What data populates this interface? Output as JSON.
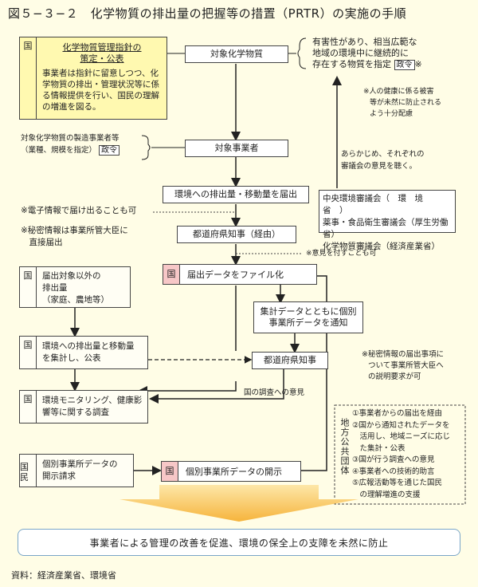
{
  "title": "図５−３−２　化学物質の排出量の把握等の措置（PRTR）の実施の手順",
  "gov_tag": "国",
  "citizen_tag": [
    "国",
    "民"
  ],
  "guideline": {
    "heading_1": "化学物質管理指針の",
    "heading_2": "策定・公表",
    "body": "事業者は指針に留意しつつ、化学物質の排出・管理状況等に係る情報提供を行い、国民の理解の増進を図る。"
  },
  "target_substance": "対象化学物質",
  "hazard_note": {
    "l1": "有害性があり、相当広範な",
    "l2": "地域の環境中に継続的に",
    "l3": "存在する物質を指定",
    "kw": "政令",
    "mark": "※"
  },
  "health_note": [
    "※人の健康に係る被害",
    "等が未然に防止される",
    "よう十分配慮"
  ],
  "business_target_note": {
    "l1": "対象化学物質の製造事業者等",
    "l2": "（業種、規模を指定）",
    "kw": "政令"
  },
  "target_business": "対象事業者",
  "council_opinion": [
    "あらかじめ、それぞれの",
    "審議会の意見を聴く。"
  ],
  "report_box": "環境への排出量・移動量を届出",
  "councils": [
    "中央環境審議会（　環　境　省　）",
    "薬事・食品衛生審議会（厚生労働省）",
    "化学物質審議会（経済産業省）"
  ],
  "electronic_note": "※電子情報で届け出ることも可",
  "secret_note": [
    "※秘密情報は事業所管大臣に",
    "　直接届出"
  ],
  "governor_via": "都道府県知事（経由）",
  "opinion_note": "※意見を付すことも可",
  "file_box": "届出データをファイル化",
  "non_target": [
    "届出対象以外の",
    "排出量",
    "（家庭、農地等）"
  ],
  "notify_box": [
    "集計データとともに個別",
    "事業所データを通知"
  ],
  "aggregate_box": [
    "環境への排出量と移動量",
    "を集計し、公表"
  ],
  "governor": "都道府県知事",
  "secret_request": [
    "※秘密情報の届出事項に",
    "ついて事業所管大臣へ",
    "の説明要求が可"
  ],
  "monitoring_box": [
    "環境モニタリング、健康影",
    "響等に関する調査"
  ],
  "survey_opinion": "国の調査への意見",
  "local_gov": "地方公共団体",
  "local_items": [
    "①事業者からの届出を経由",
    "②国から通知されたデータを",
    "　活用し、地域ニーズに応じ",
    "　た集計・公表",
    "③国が行う調査への意見",
    "④事業者への技術的助言",
    "⑤広報活動等を通じた国民",
    "　の理解増進の支援"
  ],
  "request_box": [
    "個別事業所データの",
    "開示請求"
  ],
  "disclosure_box": "個別事業所データの開示",
  "banner": "事業者による管理の改善を促進、環境の保全上の支障を未然に防止",
  "source": "資料：経済産業省、環境省",
  "colors": {
    "background": "#fffde6",
    "pink": "#f7c7c7",
    "yellow": "#fff9b0",
    "arrow": "#f6b43c"
  }
}
